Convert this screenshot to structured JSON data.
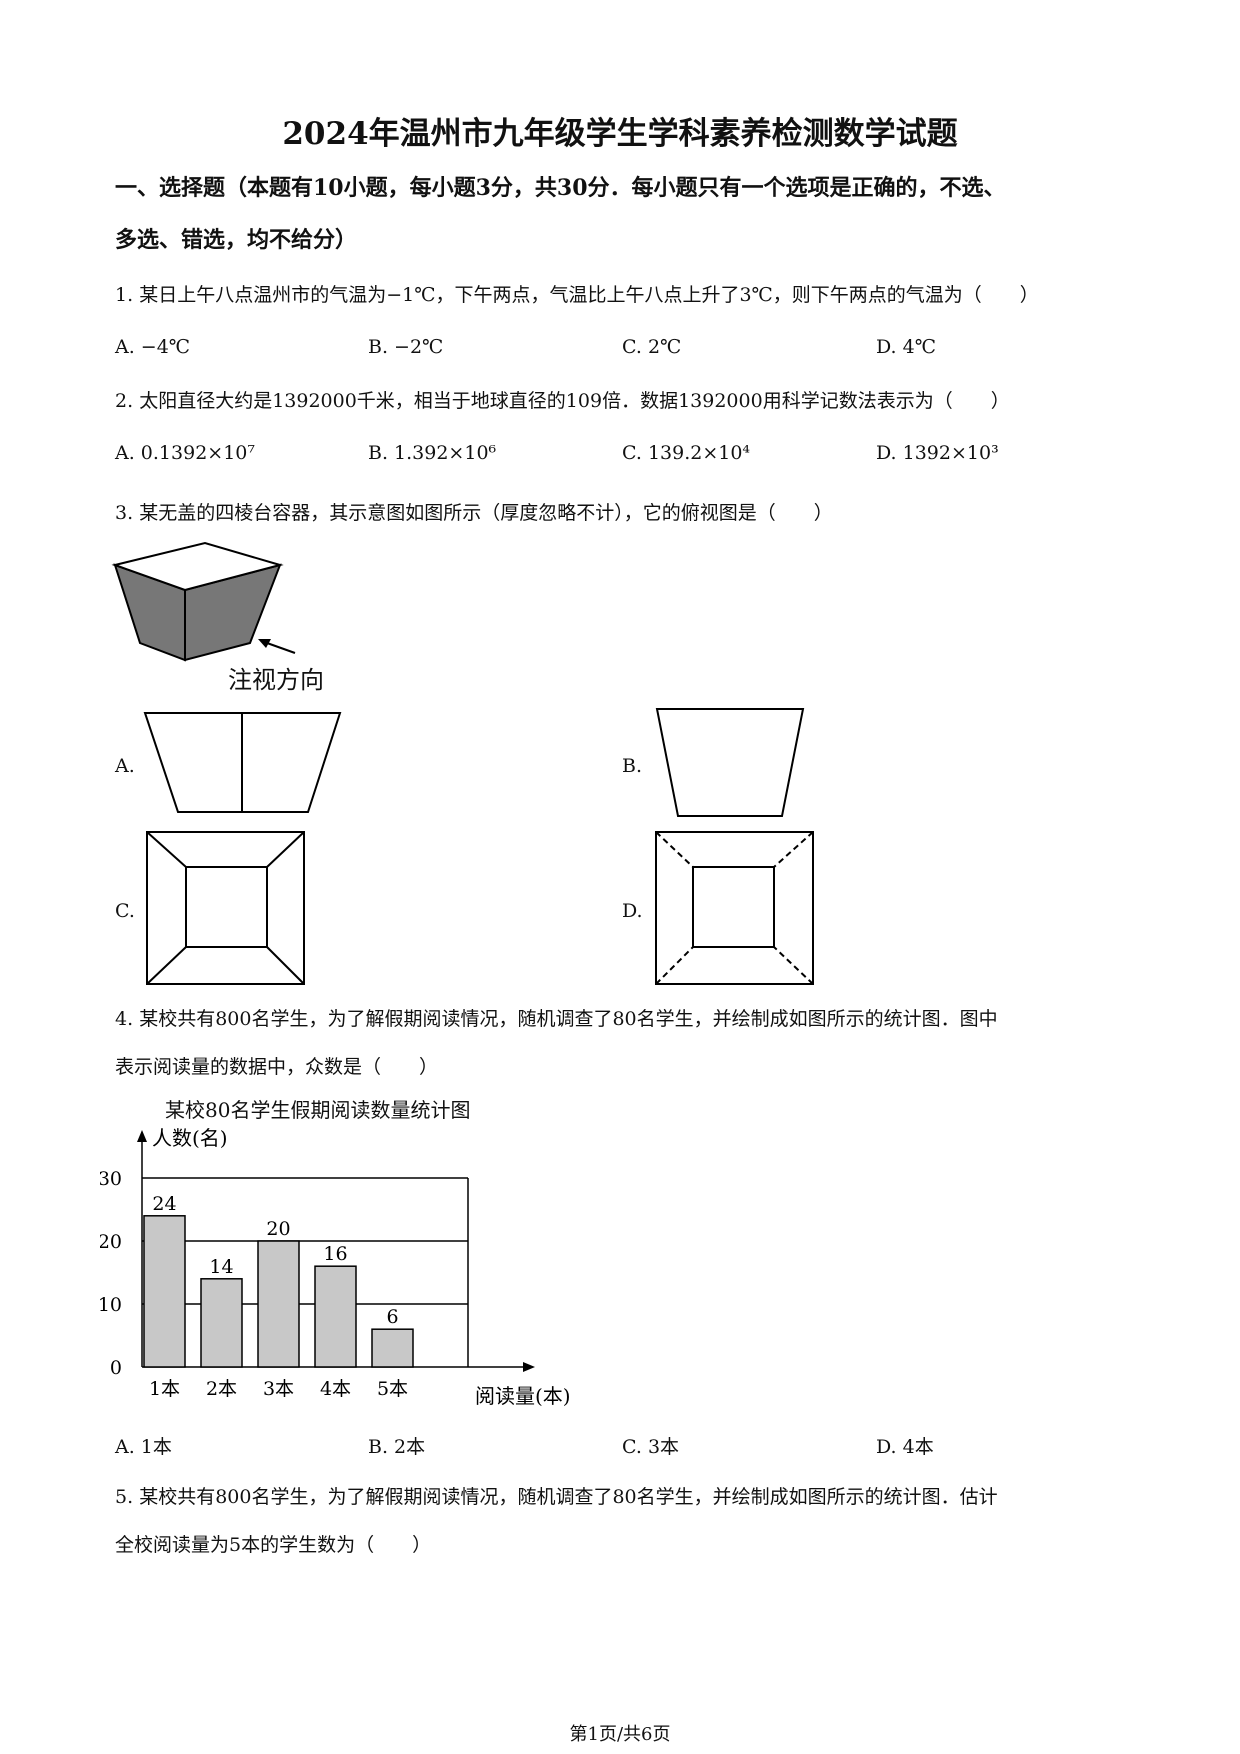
{
  "title": "2024年温州市九年级学生学科素养检测数学试题",
  "section": {
    "line1": "一、选择题（本题有10小题，每小题3分，共30分．每小题只有一个选项是正确的，不选、",
    "line2": "多选、错选，均不给分）"
  },
  "questions": [
    {
      "number": "1.",
      "text": "某日上午八点温州市的气温为−1℃，下午两点，气温比上午八点上升了3℃，则下午两点的气温为（　　）",
      "options": {
        "a": "A.  −4℃",
        "b": "B.  −2℃",
        "c": "C.  2℃",
        "d": "D.  4℃"
      }
    },
    {
      "number": "2.",
      "text": "太阳直径大约是1392000千米，相当于地球直径的109倍．数据1392000用科学记数法表示为（　　）",
      "options": {
        "a": "A.  0.1392×10⁷",
        "b": "B.  1.392×10⁶",
        "c": "C.  139.2×10⁴",
        "d": "D.  1392×10³"
      }
    },
    {
      "number": "3.",
      "text": "某无盖的四棱台容器，其示意图如图所示（厚度忽略不计），它的俯视图是（　　）",
      "figure_caption": "注视方向",
      "options": {
        "a": "A.",
        "b": "B.",
        "c": "C.",
        "d": "D."
      }
    },
    {
      "number": "4.",
      "text_line1": "某校共有800名学生，为了解假期阅读情况，随机调查了80名学生，并绘制成如图所示的统计图．图中",
      "text_line2": "表示阅读量的数据中，众数是（　　）",
      "options": {
        "a": "A. 1本",
        "b": "B. 2本",
        "c": "C. 3本",
        "d": "D. 4本"
      }
    },
    {
      "number": "5.",
      "text_line1": "某校共有800名学生，为了解假期阅读情况，随机调查了80名学生，并绘制成如图所示的统计图．估计",
      "text_line2": "全校阅读量为5本的学生数为（　　）"
    }
  ],
  "chart_data": {
    "type": "bar",
    "title": "某校80名学生假期阅读数量统计图",
    "ylabel": "人数(名)",
    "xlabel": "阅读量(本)",
    "categories": [
      "1本",
      "2本",
      "3本",
      "4本",
      "5本"
    ],
    "values": [
      24,
      14,
      20,
      16,
      6
    ],
    "data_labels": [
      "24",
      "14",
      "20",
      "16",
      "6"
    ],
    "yticks": [
      "0",
      "10",
      "20",
      "30"
    ],
    "ylim": [
      0,
      30
    ],
    "grid": true,
    "bar_color": "#c8c8c8"
  },
  "footer": "第1页/共6页"
}
